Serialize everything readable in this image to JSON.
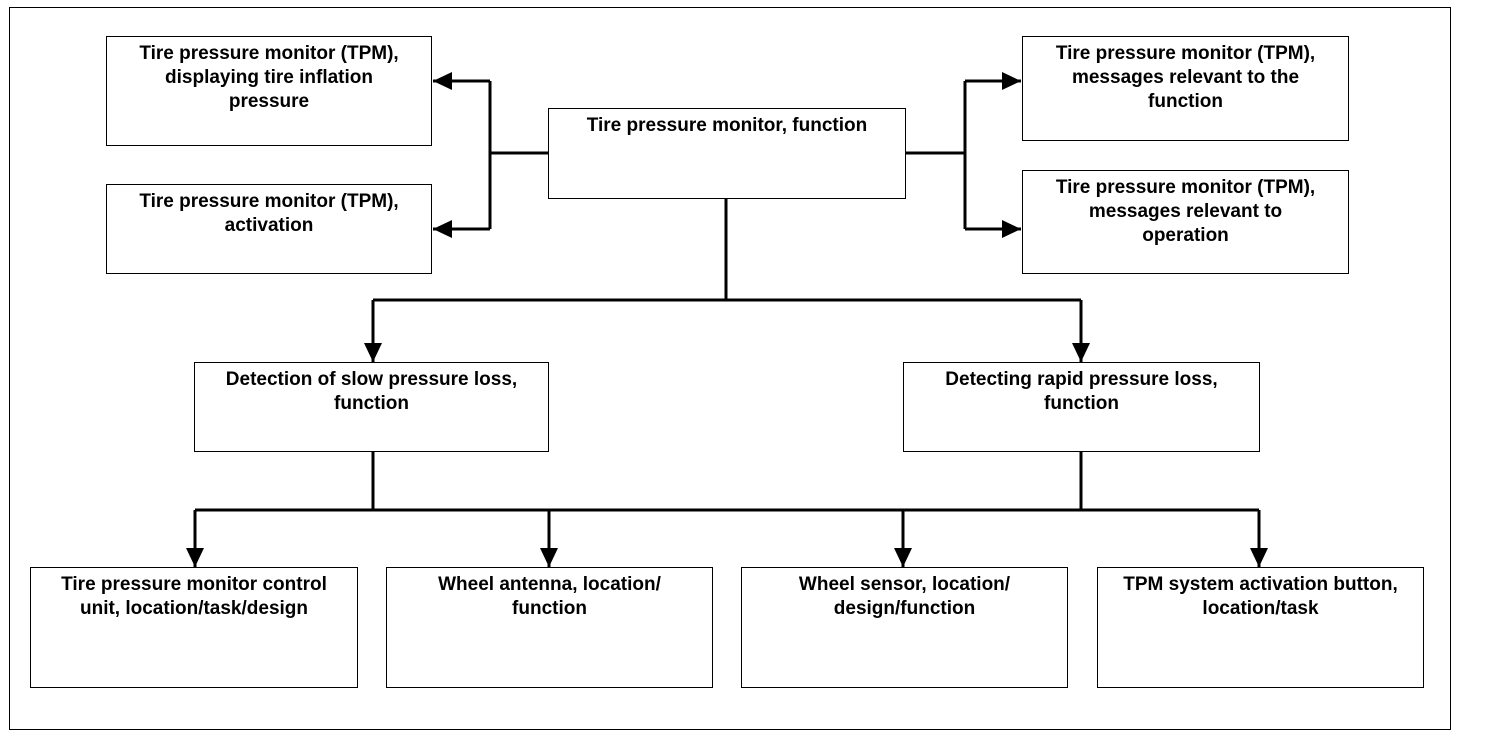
{
  "diagram": {
    "boxes": {
      "tpm_function": "Tire pressure monitor, function",
      "tpm_display": "Tire pressure monitor (TPM),\ndisplaying tire inflation\npressure",
      "tpm_activation": "Tire pressure monitor (TPM),\nactivation",
      "tpm_msg_function": "Tire pressure monitor (TPM),\nmessages relevant to the\nfunction",
      "tpm_msg_operation": "Tire pressure monitor (TPM),\nmessages relevant to\noperation",
      "slow_loss": "Detection of slow pressure loss,\nfunction",
      "rapid_loss": "Detecting rapid pressure loss,\nfunction",
      "control_unit": "Tire pressure monitor control\nunit, location/task/design",
      "wheel_antenna": "Wheel antenna, location/\nfunction",
      "wheel_sensor": "Wheel sensor, location/\ndesign/function",
      "activation_button": "TPM system activation button,\nlocation/task"
    }
  }
}
